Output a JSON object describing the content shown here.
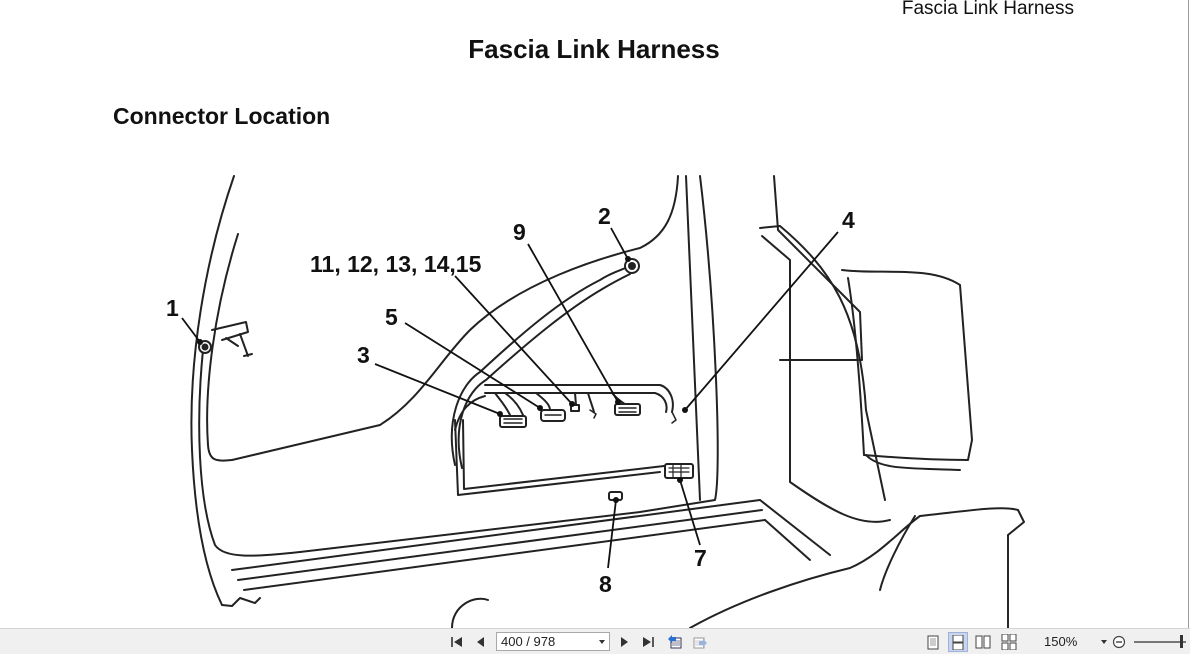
{
  "document": {
    "running_header": "Fascia Link Harness",
    "title": "Fascia Link Harness",
    "section_heading": "Connector Location"
  },
  "diagram": {
    "callouts": [
      "1",
      "2",
      "3",
      "4",
      "5",
      "7",
      "8",
      "9",
      "11, 12, 13, 14,15"
    ]
  },
  "toolbar": {
    "page_indicator": "400 / 978",
    "zoom_level": "150%",
    "icons": {
      "first": "first-page-icon",
      "prev": "previous-page-icon",
      "next": "next-page-icon",
      "last": "last-page-icon",
      "back": "previous-view-icon",
      "forward": "next-view-icon",
      "single": "single-page-icon",
      "continuous": "continuous-page-icon",
      "facing": "facing-pages-icon",
      "continuous_facing": "continuous-facing-icon",
      "zoom_out": "zoom-out-icon"
    }
  }
}
